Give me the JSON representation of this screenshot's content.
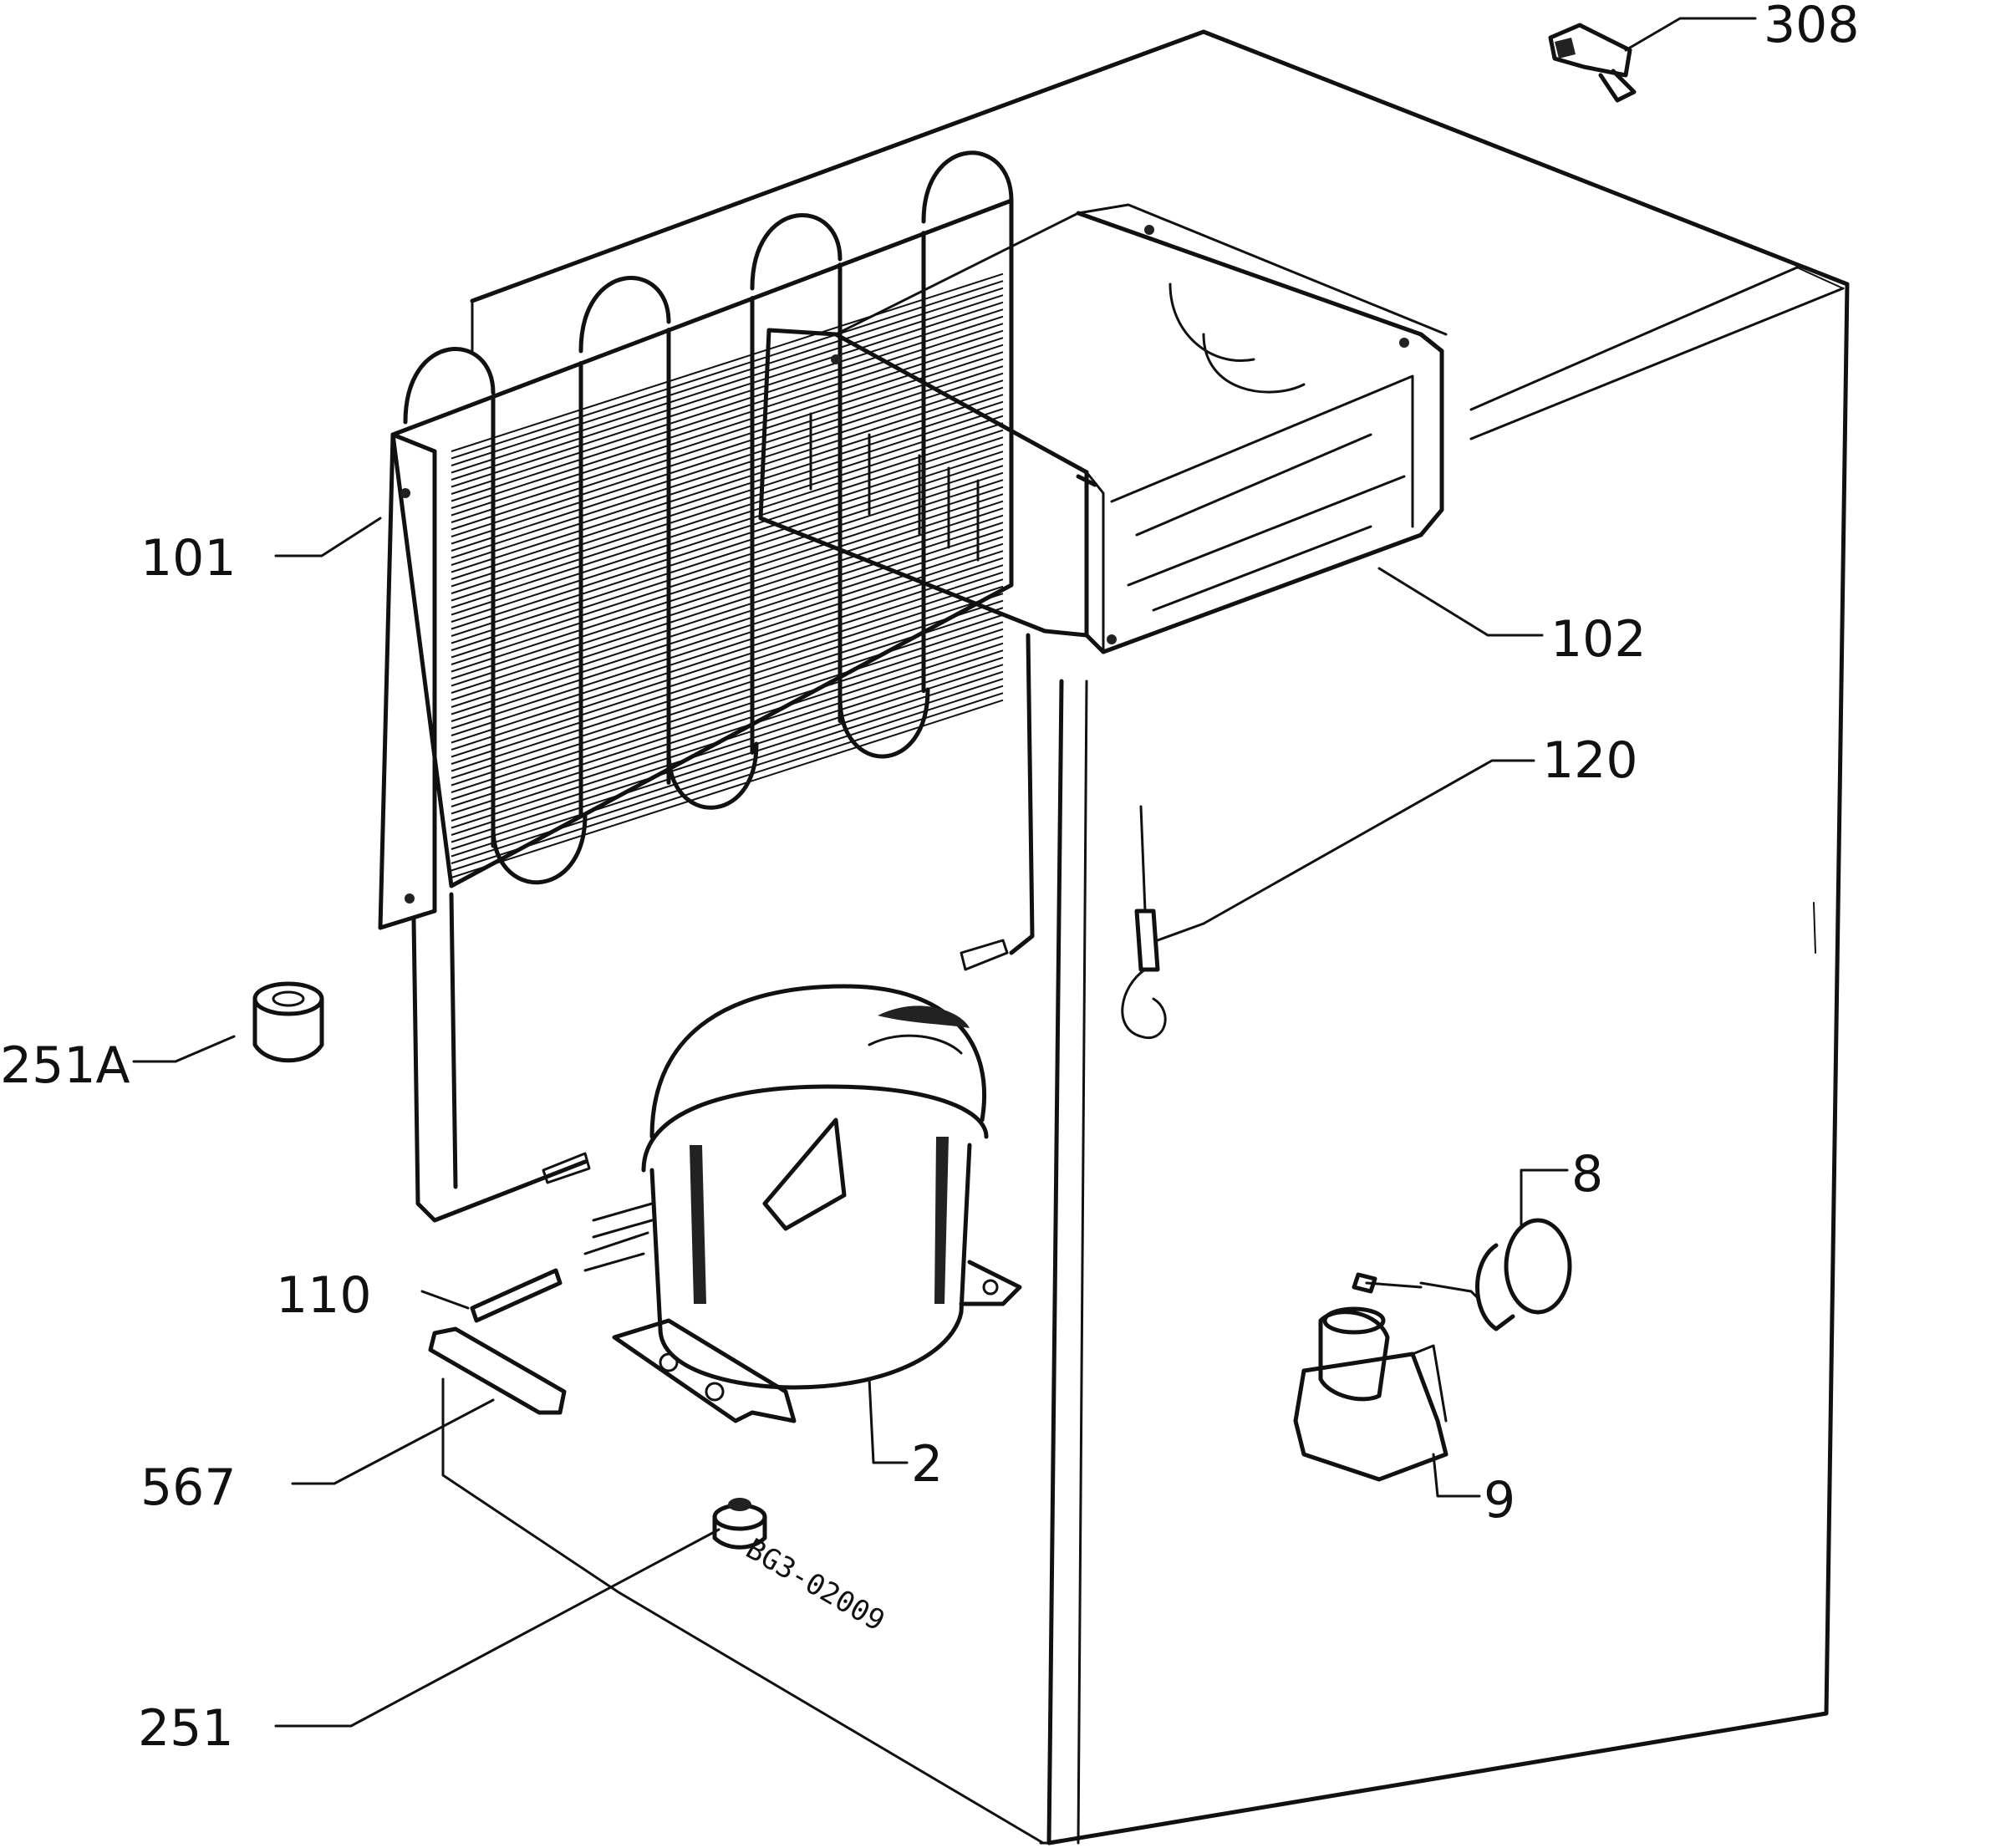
{
  "parts": [
    {
      "id": "101",
      "name": "condenser"
    },
    {
      "id": "102",
      "name": "evaporator-tray"
    },
    {
      "id": "120",
      "name": "thermostat-capillary"
    },
    {
      "id": "251A",
      "name": "rubber-grommet"
    },
    {
      "id": "110",
      "name": "filler-tube"
    },
    {
      "id": "567",
      "name": "mounting-clip"
    },
    {
      "id": "2",
      "name": "compressor"
    },
    {
      "id": "251",
      "name": "rubber-foot"
    },
    {
      "id": "8",
      "name": "relay"
    },
    {
      "id": "9",
      "name": "relay-cover"
    },
    {
      "id": "308",
      "name": "hinge-pin"
    }
  ],
  "drawing_code": "BG3-02009"
}
